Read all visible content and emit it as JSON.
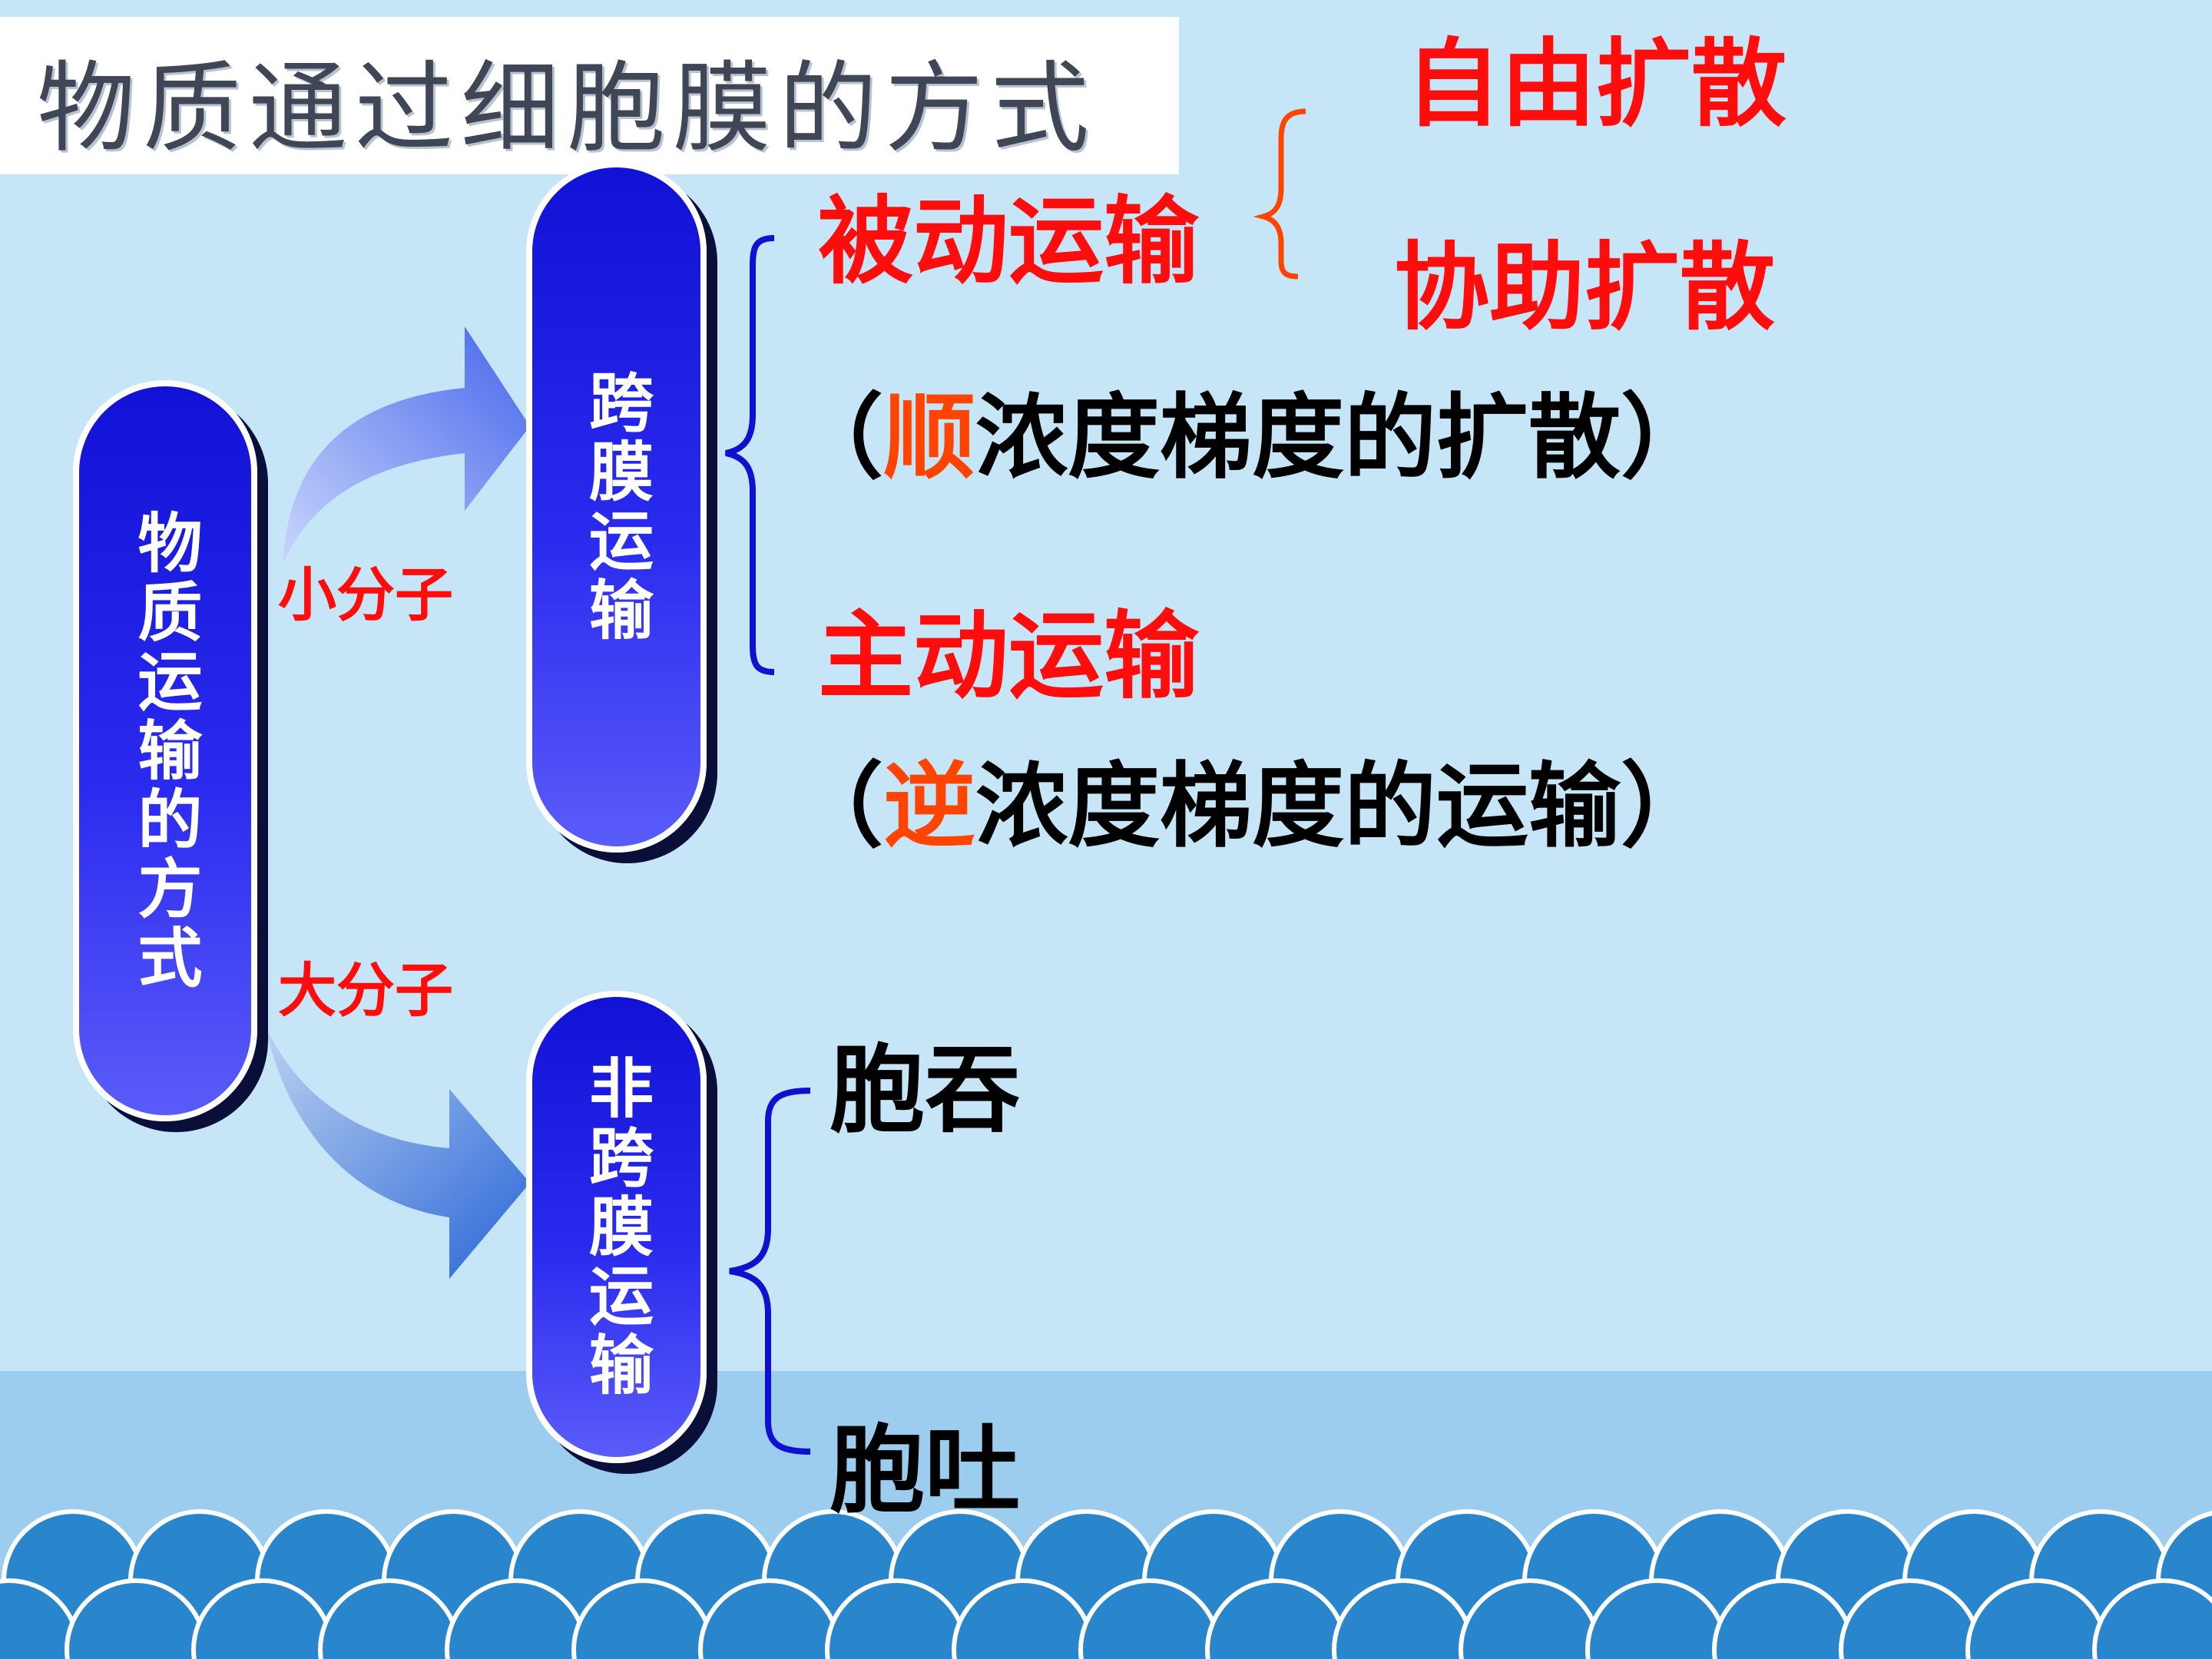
{
  "title": "物质通过细胞膜的方式",
  "main_node": "物质运输的方式",
  "upper_node": "跨膜运输",
  "lower_node": "非跨膜运输",
  "small_molecule_label": "小分子",
  "large_molecule_label": "大分子",
  "passive": {
    "label": "被动运输",
    "types": [
      "自由扩散",
      "协助扩散"
    ],
    "note_open": "（",
    "note_key": "顺",
    "note_rest": "浓度梯度的扩散）"
  },
  "active": {
    "label": "主动运输",
    "note_open": "（",
    "note_key": "逆",
    "note_rest": "浓度梯度的运输）"
  },
  "non_membrane": [
    "胞吞",
    "胞吐"
  ],
  "colors": {
    "background": "#c6e6f8",
    "node_blue": "#2020e8",
    "red_text": "#ff0c0c",
    "key_orange": "#ff4400",
    "bracket_blue": "#1010d0",
    "bracket_orange": "#ff4400",
    "wave": "#2a86cc"
  }
}
